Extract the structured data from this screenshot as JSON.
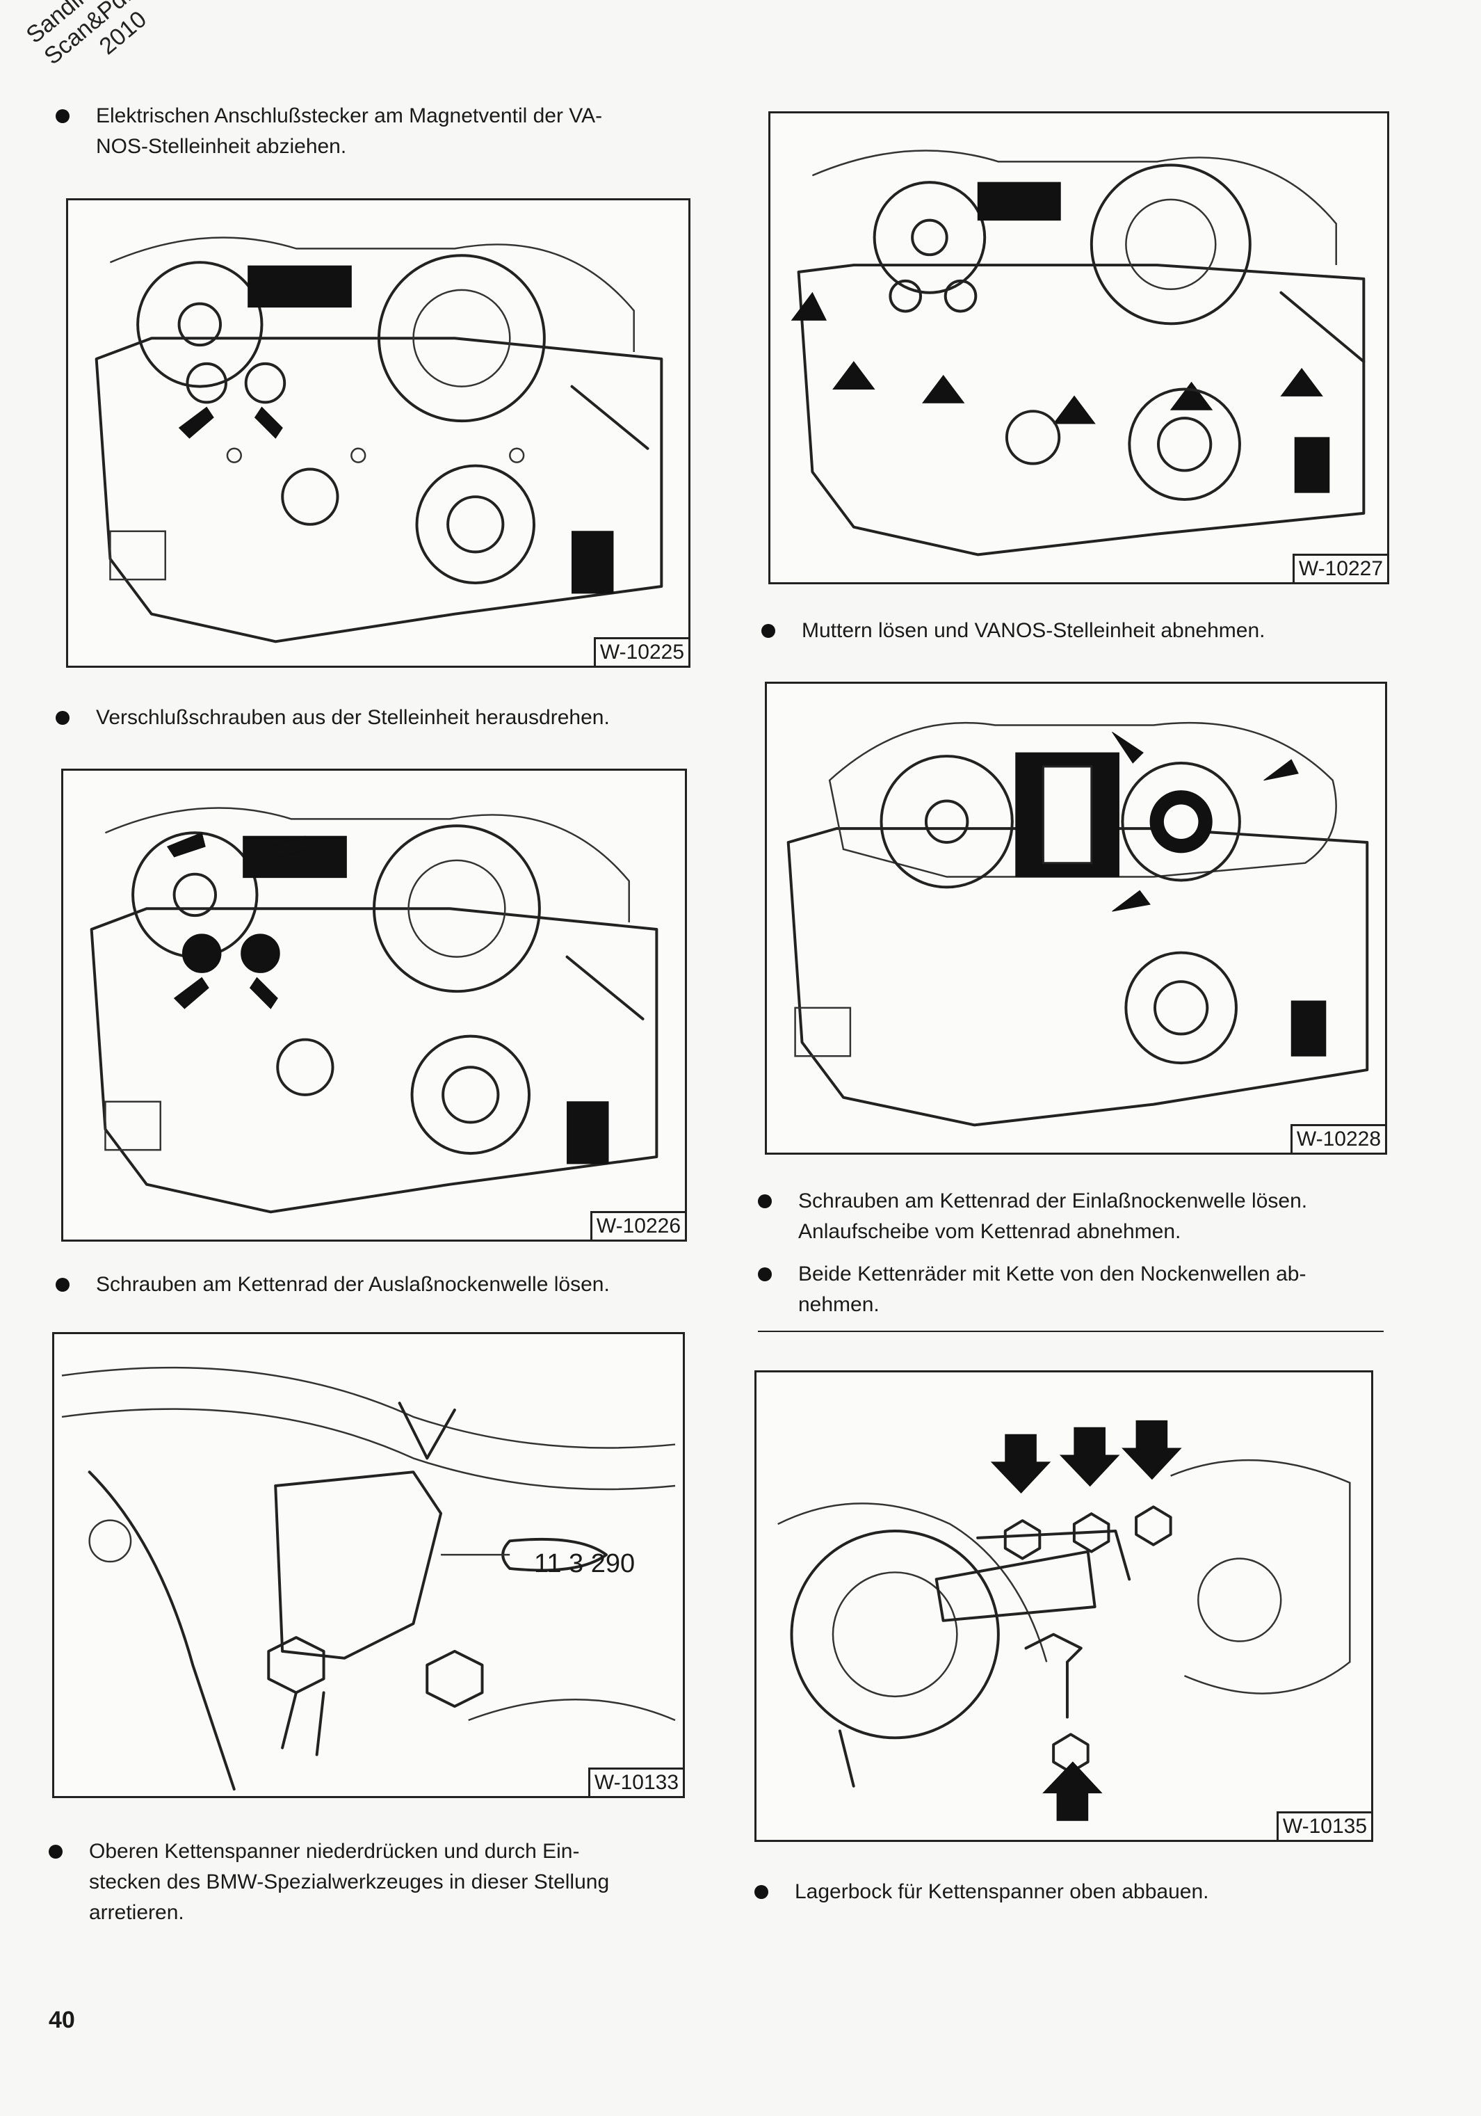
{
  "watermark": [
    "Sandini",
    "Scan&Pdf",
    "2010"
  ],
  "left_column": {
    "intro_text": [
      "Elektrischen Anschlußstecker am Magnetventil der VA-",
      "NOS-Stelleinheit abziehen."
    ],
    "fig1_label": "W-10225",
    "step2_text": "Verschlußschrauben aus der Stelleinheit herausdrehen.",
    "fig2_label": "W-10226",
    "step3_text": "Schrauben am Kettenrad der Auslaßnockenwelle lösen.",
    "fig3_label": "W-10133",
    "fig3_tool": "11 3 290",
    "step4_text": [
      "Oberen Kettenspanner niederdrücken und durch Ein-",
      "stecken des BMW-Spezialwerkzeuges in dieser Stellung",
      "arretieren."
    ]
  },
  "right_column": {
    "fig4_label": "W-10227",
    "step5_text": "Muttern lösen und VANOS-Stelleinheit abnehmen.",
    "fig5_label": "W-10228",
    "step6_text": [
      "Schrauben am Kettenrad der Einlaßnockenwelle lösen.",
      "Anlaufscheibe vom Kettenrad abnehmen."
    ],
    "step7_text": [
      "Beide Kettenräder mit Kette von den Nockenwellen ab-",
      "nehmen."
    ],
    "fig6_label": "W-10135",
    "step8_text": "Lagerbock für Kettenspanner oben abbauen."
  },
  "page_number": "40"
}
